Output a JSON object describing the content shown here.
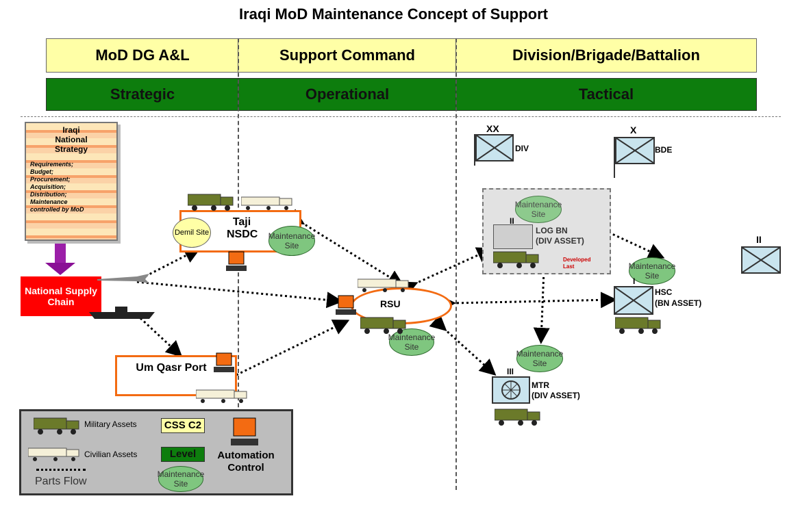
{
  "title": "Iraqi MoD Maintenance Concept of Support",
  "columns": {
    "c2": [
      "MoD DG A&L",
      "Support Command",
      "Division/Brigade/Battalion"
    ],
    "levels": [
      "Strategic",
      "Operational",
      "Tactical"
    ]
  },
  "strategy_doc": {
    "heading": [
      "Iraqi",
      "National",
      "Strategy"
    ],
    "items": [
      "Requirements;",
      "Budget;",
      "Procurement;",
      "Acquisition;",
      "Distribution;",
      "Maintenance",
      "controlled by MoD"
    ]
  },
  "national_supply_chain": "National Supply Chain",
  "taji": {
    "label": "Taji NSDC",
    "demil": "Demil Site",
    "maint": "Maintenance Site"
  },
  "umqasr": {
    "label": "Um Qasr Port"
  },
  "rsu": {
    "label": "RSU",
    "maint": "Maintenance Site"
  },
  "div": {
    "echelon": "XX",
    "label": "DIV"
  },
  "bde": {
    "echelon": "X",
    "label": "BDE"
  },
  "bn": {
    "echelon": "II"
  },
  "logbn": {
    "echelon": "II",
    "label": "LOG BN",
    "sub": "(DIV ASSET)",
    "maint": "Maintenance Site",
    "note": "Developed Last"
  },
  "hsc": {
    "echelon": "I",
    "label": "HSC",
    "sub": "(BN ASSET)",
    "maint": "Maintenance Site"
  },
  "mtr": {
    "echelon": "III",
    "label": "MTR",
    "sub": "(DIV ASSET)",
    "maint": "Maintenance Site"
  },
  "legend": {
    "military": "Military Assets",
    "civilian": "Civilian Assets",
    "parts_flow": "Parts Flow",
    "css_c2": "CSS C2",
    "level": "Level",
    "maint": "Maintenance Site",
    "automation": "Automation Control"
  },
  "colors": {
    "orange": "#f36b12",
    "green_level": "#0d7d0d",
    "yellow_c2": "#ffffa6",
    "maint_green": "#7fc67f",
    "red": "#ff0000"
  }
}
